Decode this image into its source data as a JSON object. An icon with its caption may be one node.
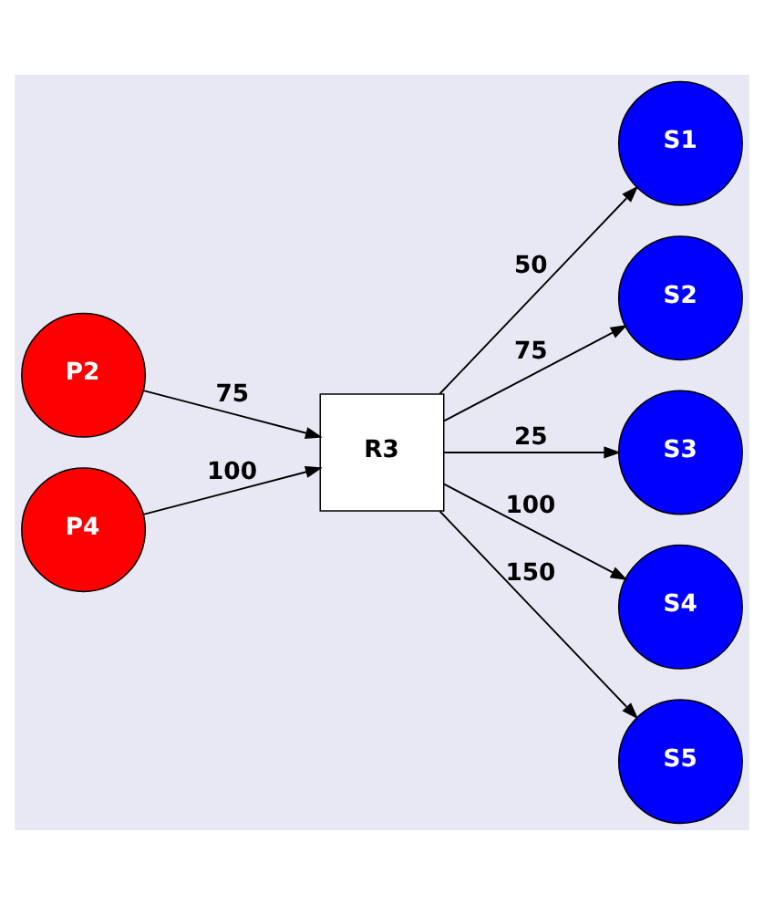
{
  "diagram": {
    "nodes": [
      {
        "text": [
          "P2"
        ]
      },
      {
        "text": [
          "P4"
        ]
      },
      {
        "text": [
          "R3"
        ]
      },
      {
        "text": [
          "S1"
        ]
      },
      {
        "text": [
          "S2"
        ]
      },
      {
        "text": [
          "S3"
        ]
      },
      {
        "text": [
          "S4"
        ]
      },
      {
        "text": [
          "S5"
        ]
      }
    ],
    "edges": [
      {
        "from": 0,
        "to": 2,
        "arrow": "to",
        "label": "75"
      },
      {
        "from": 1,
        "to": 2,
        "arrow": "to",
        "label": "100"
      },
      {
        "from": 2,
        "to": 3,
        "arrow": "to",
        "label": "50"
      },
      {
        "from": 2,
        "to": 4,
        "arrow": "to",
        "label": "75"
      },
      {
        "from": 2,
        "to": 5,
        "arrow": "to",
        "label": "25"
      },
      {
        "from": 2,
        "to": 6,
        "arrow": "to",
        "label": "100"
      },
      {
        "from": 2,
        "to": 7,
        "arrow": "to",
        "label": "150"
      }
    ]
  }
}
